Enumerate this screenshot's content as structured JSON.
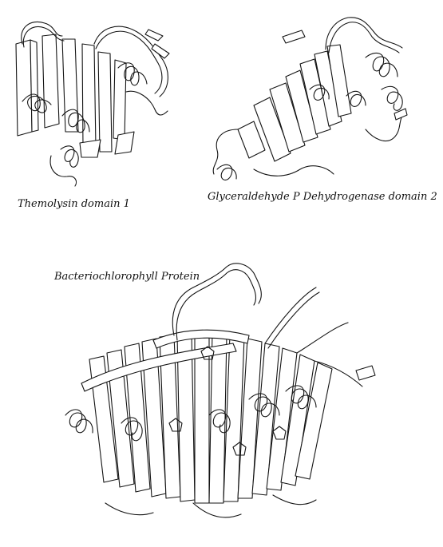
{
  "panels": {
    "thermolysin": {
      "caption": "Themolysin domain 1"
    },
    "gapdh": {
      "caption": "Glyceraldehyde P Dehydrogenase domain 2"
    },
    "bacteriochlorophyll": {
      "caption": "Bacteriochlorophyll Protein"
    }
  },
  "style": {
    "ink_color": "#141414",
    "background": "#ffffff"
  }
}
